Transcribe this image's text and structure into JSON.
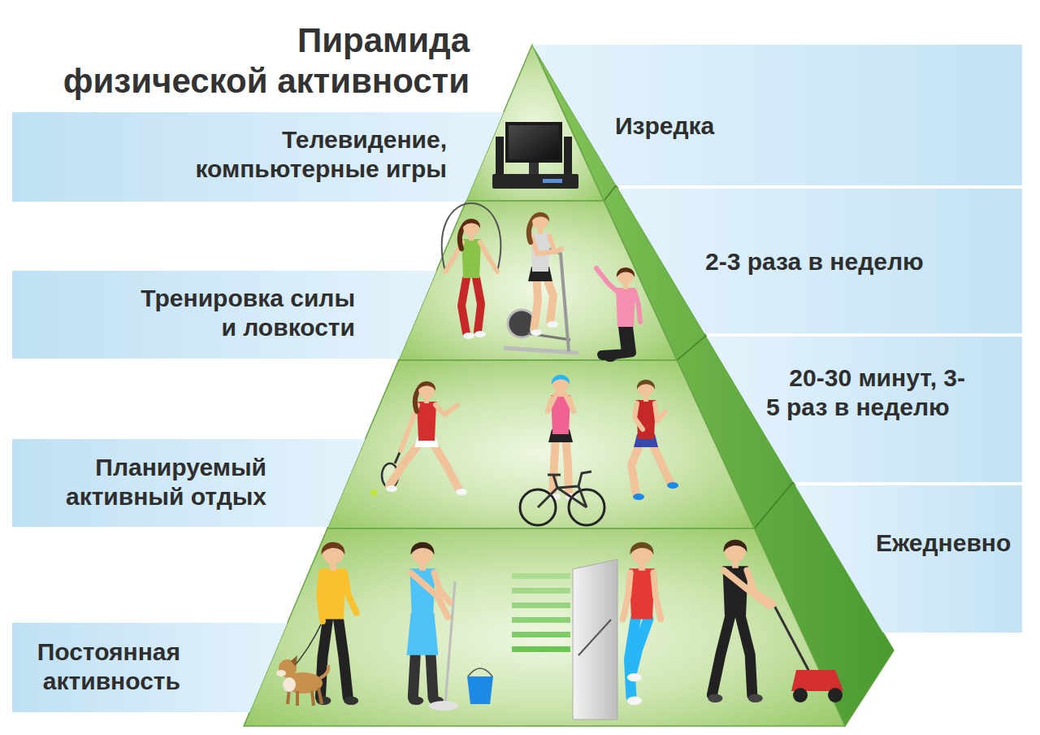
{
  "diagram": {
    "title": "Пирамида физической активности",
    "nodes": [
      {
        "text": [
          "Телевидение, компьютерные игры"
        ]
      },
      {
        "text": [
          "Изредка"
        ]
      },
      {
        "text": [
          "Тренировка силы и ловкости"
        ]
      },
      {
        "text": [
          "2-3 раза в неделю"
        ]
      },
      {
        "text": [
          "Планируемый активный отдых"
        ]
      },
      {
        "text": [
          "20-30 минут, 3-5 раз в неделю"
        ]
      },
      {
        "text": [
          "Постоянная активность"
        ]
      },
      {
        "text": [
          "Ежедневно"
        ]
      }
    ]
  }
}
